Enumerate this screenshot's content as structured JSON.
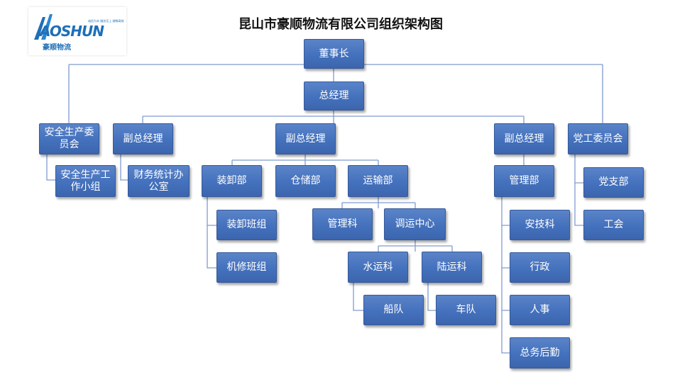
{
  "title": "昆山市豪顺物流有限公司组织架构图",
  "logo": {
    "text": "AOSHUN",
    "tagline": "诚信为本 服务至上 顺畅高效",
    "cn": "豪顺物流"
  },
  "colors": {
    "node": "#4472c4",
    "line": "#7f9ccf"
  },
  "org": {
    "chairman": "董事长",
    "gm": "总经理",
    "safety_committee": "安全生产委员会",
    "safety_group": "安全生产工作小组",
    "vp1": "副总经理",
    "finance_office": "财务统计办公室",
    "vp2": "副总经理",
    "loading_dept": "装卸部",
    "loading_team": "装卸班组",
    "repair_team": "机修班组",
    "storage_dept": "仓储部",
    "transport_dept": "运输部",
    "management_section": "管理科",
    "dispatch_center": "调运中心",
    "water_section": "水运科",
    "ship_team": "船队",
    "land_section": "陆运科",
    "vehicle_team": "车队",
    "vp3": "副总经理",
    "admin_dept": "管理部",
    "safety_tech": "安技科",
    "administration": "行政",
    "hr": "人事",
    "logistics_support": "总务后勤",
    "party_committee": "党工委员会",
    "party_branch": "党支部",
    "union": "工会"
  }
}
